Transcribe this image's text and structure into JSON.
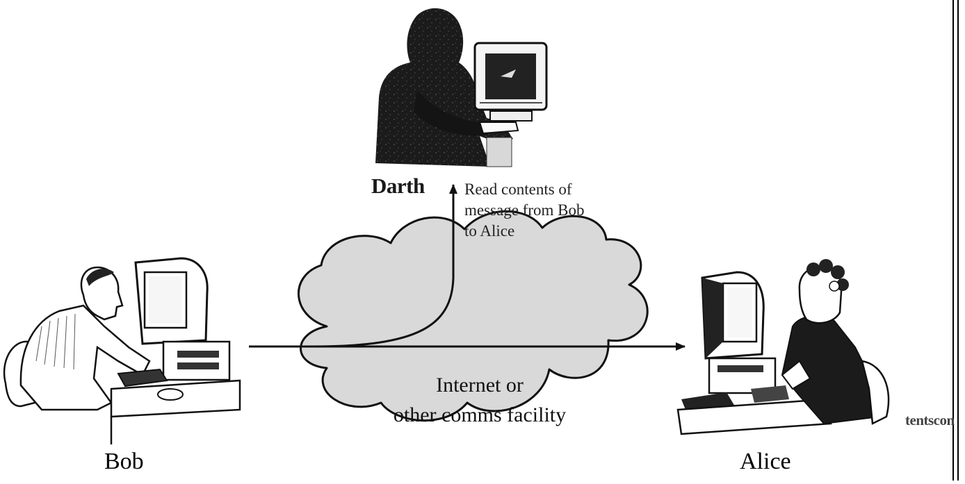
{
  "diagram": {
    "nodes": {
      "darth": {
        "label": "Darth",
        "icon": "eavesdropper-at-computer-icon"
      },
      "bob": {
        "label": "Bob",
        "icon": "user-at-computer-icon"
      },
      "alice": {
        "label": "Alice",
        "icon": "user-at-computer-icon"
      }
    },
    "annotation": "Read contents of\nmessage from Bob\nto Alice",
    "cloud_label": "Internet or\nother comms facility",
    "side_text": "tentscon",
    "colors": {
      "ink": "#111111",
      "cloud_fill": "#d9d9d9",
      "silhouette": "#1b1b1b"
    }
  }
}
